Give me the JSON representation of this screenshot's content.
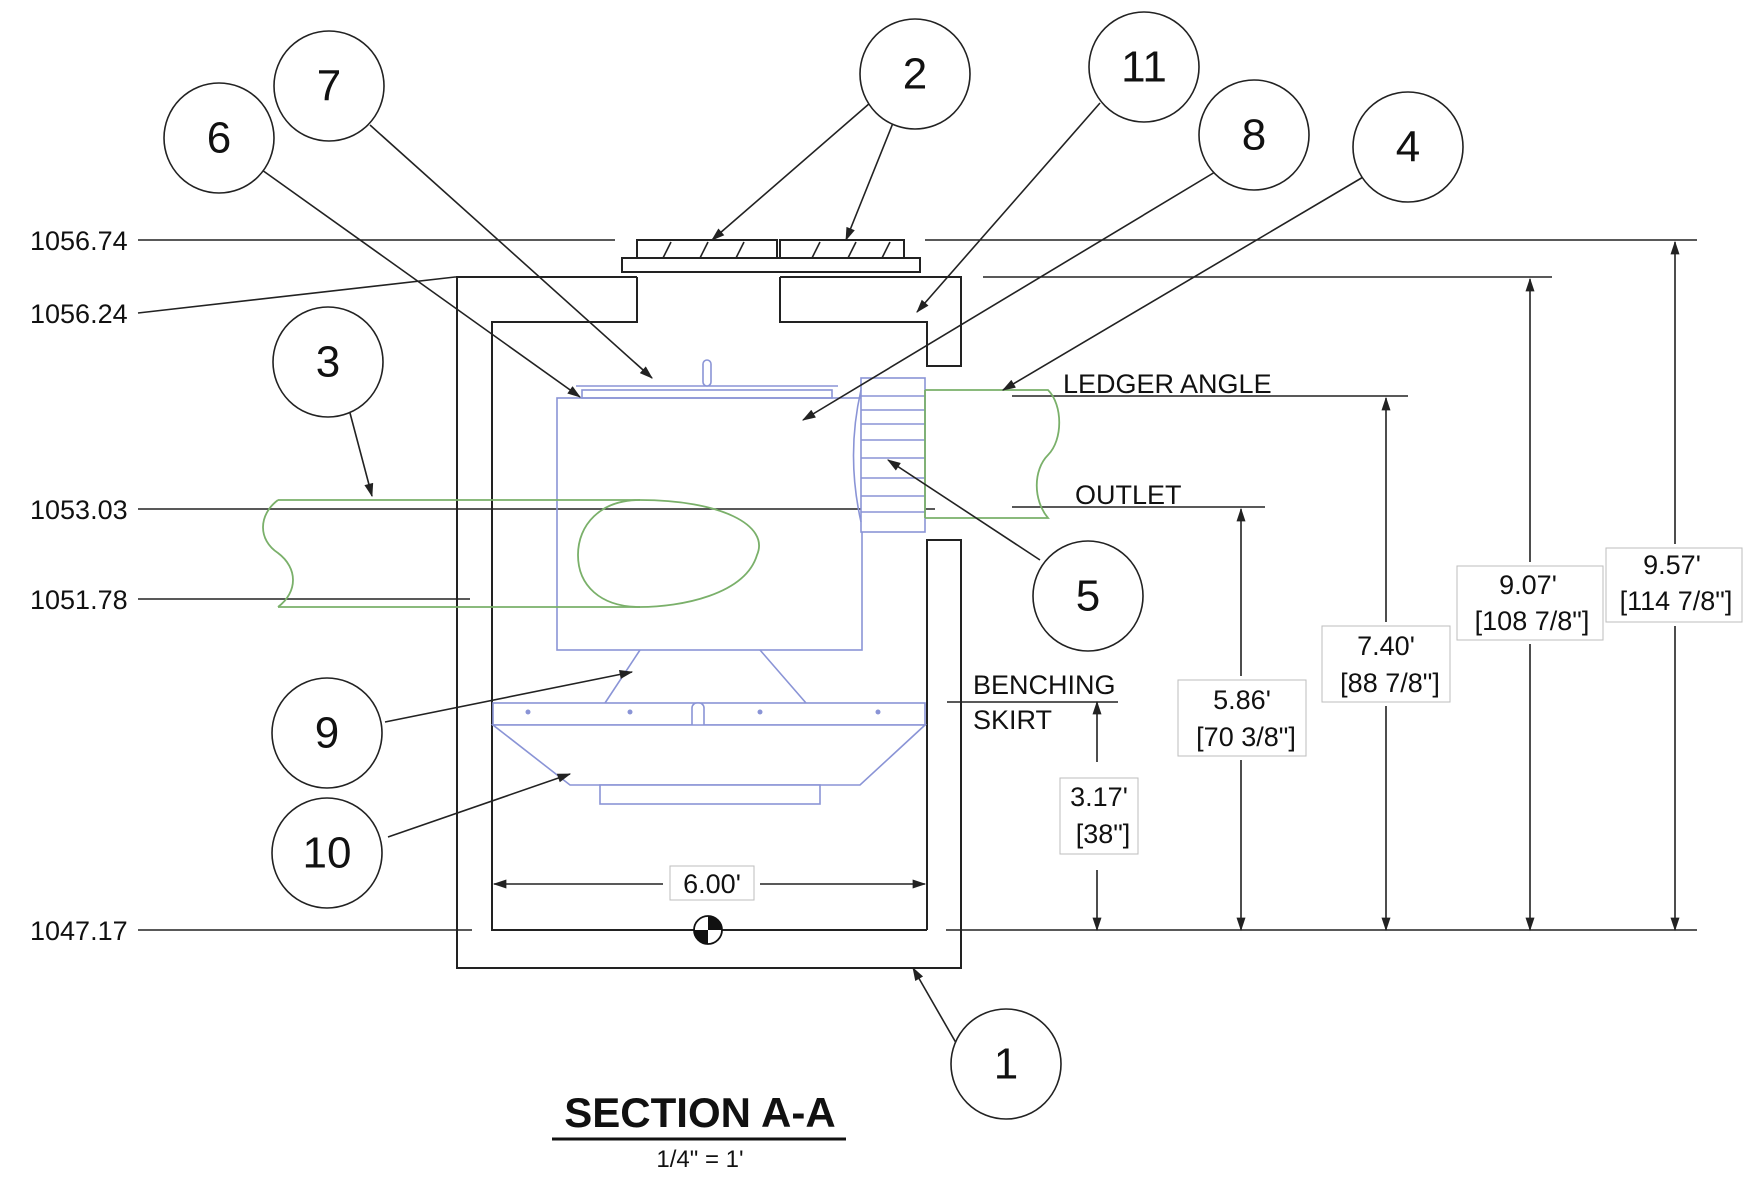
{
  "drawing": {
    "title": "SECTION A-A",
    "scale": "1/4\" = 1'"
  },
  "elevations": [
    "1056.74",
    "1056.24",
    "1053.03",
    "1051.78",
    "1047.17"
  ],
  "notes": {
    "ledger_angle": "LEDGER ANGLE",
    "outlet": "OUTLET",
    "benching_skirt_1": "BENCHING",
    "benching_skirt_2": "SKIRT"
  },
  "callouts": [
    "1",
    "2",
    "3",
    "4",
    "5",
    "6",
    "7",
    "8",
    "9",
    "10",
    "11"
  ],
  "dimensions": {
    "width": "6.00'",
    "d317_ft": "3.17'",
    "d317_in": "[38\"]",
    "d586_ft": "5.86'",
    "d586_in": "[70 3/8\"]",
    "d740_ft": "7.40'",
    "d740_in": "[88 7/8\"]",
    "d907_ft": "9.07'",
    "d907_in": "[108 7/8\"]",
    "d957_ft": "9.57'",
    "d957_in": "[114 7/8\"]"
  },
  "colors": {
    "linework": "#222222",
    "internals": "#8a94d6",
    "pipes": "#7ab06a"
  }
}
